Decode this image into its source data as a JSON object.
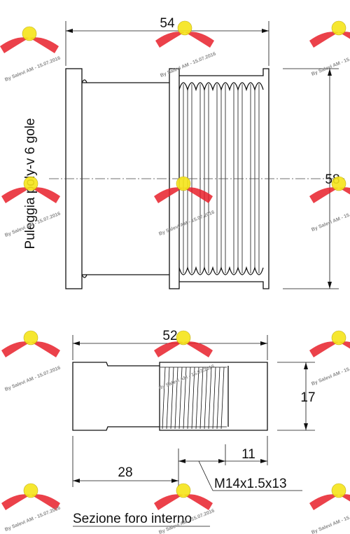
{
  "top_view": {
    "width_dim": "54",
    "height_dim": "58",
    "side_label": "Puleggia poly-v 6 gole"
  },
  "section_view": {
    "length_dim": "52",
    "diameter_dim": "17",
    "offset_dim": "28",
    "thread_length_dim": "11",
    "thread_spec": "M14x1.5x13",
    "caption": "Sezione foro interno"
  },
  "watermark": {
    "text": "By Salevi AM - 15.07.2016",
    "colors": {
      "wings": "#e8202a",
      "badge": "#f6e51a"
    }
  }
}
